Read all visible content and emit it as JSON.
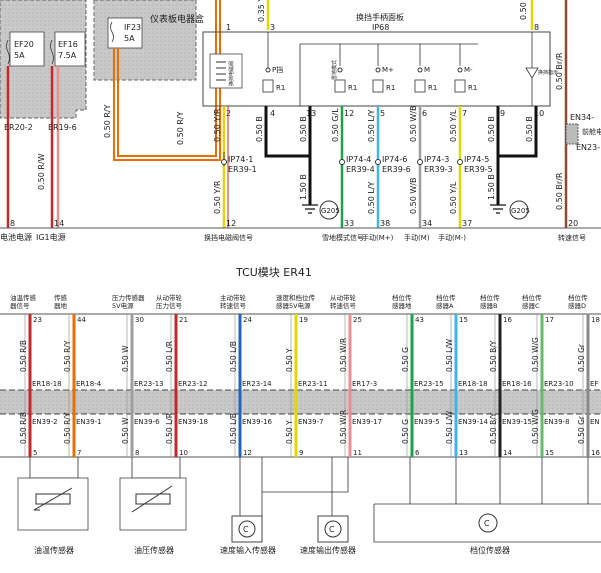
{
  "top": {
    "fuses": [
      {
        "id": "EF20",
        "rating": "5A"
      },
      {
        "id": "EF16",
        "rating": "7.5A"
      },
      {
        "id": "IF23",
        "rating": "5A"
      }
    ],
    "instrument_box": "仪表板电器盒",
    "wire_035y": "0.35 Y",
    "pin_top_left": "1",
    "pin_top_3": "3",
    "pin_top_8": "8",
    "wire_top_right": "0.50 Y",
    "panel_title": "换挡手柄面板",
    "panel_code": "IP68",
    "coil_label": "换挡电磁阀",
    "sw_labels": [
      "P挡",
      "雪地模式",
      "M+",
      "M",
      "M-"
    ],
    "led_label": "换挡指示",
    "r1": "R1",
    "panel_pins_top": [
      "2",
      "4",
      "13",
      "12",
      "5",
      "6",
      "7",
      "9",
      "10"
    ],
    "panel_wires": [
      "0.50 Y/R",
      "0.50 B",
      "0.50 B",
      "0.50 G/L",
      "0.50 L/Y",
      "0.50 W/B",
      "0.50 Y/L",
      "0.50 B",
      "0.50 B"
    ],
    "connectors": [
      {
        "a": "IP74-1",
        "b": "ER39-1"
      },
      {
        "a": "IP74-4",
        "b": "ER39-4"
      },
      {
        "a": "IP74-6",
        "b": "ER39-6"
      },
      {
        "a": "IP74-3",
        "b": "ER39-3"
      },
      {
        "a": "IP74-5",
        "b": "ER39-5"
      }
    ],
    "lower_wires": [
      "0.50 Y/R",
      "1.50 B",
      "0.50 L/Y",
      "0.50 W/B",
      "0.50 Y/L",
      "1.50 B"
    ],
    "ground": "G205",
    "bottom_pins": [
      "8",
      "14",
      "12",
      "33",
      "38",
      "34",
      "37",
      "20"
    ],
    "left_connectors": [
      "ER20-2",
      "ER19-6"
    ],
    "left_wires": [
      "0.50 R/W",
      "0.50 R/Y",
      "0.50 R/Y"
    ],
    "bottom_labels": [
      "电池电源",
      "IG1电源",
      "换挡电磁阀信号",
      "雪地模式信号",
      "手动(M+)",
      "手动(M)",
      "手动(M-)",
      "转速信号"
    ],
    "right": {
      "wire1": "0.50 Br/R",
      "wire2": "0.50 Br/R",
      "conn_a": "EN34-",
      "conn_b": "EN23-",
      "box": "前舱电器"
    }
  },
  "tcu_title": "TCU模块  ER41",
  "columns": [
    {
      "sig": "油温传感器信号",
      "pin": "23",
      "w1": "0.50 R/B",
      "c1": "ER18-18",
      "c2": "EN39-2",
      "w2": "0.50 R/B",
      "bp": "5",
      "color": "#c62828"
    },
    {
      "sig": "传感器地",
      "pin": "44",
      "w1": "0.50 R/Y",
      "c1": "ER18-4",
      "c2": "EN39-1",
      "w2": "0.50 R/Y",
      "bp": "7",
      "color": "#ef6c00"
    },
    {
      "sig": "压力传感器5V电源",
      "pin": "30",
      "w1": "0.50 W",
      "c1": "ER23-13",
      "c2": "EN39-6",
      "w2": "0.50 W",
      "bp": "8",
      "color": "#9e9e9e"
    },
    {
      "sig": "从动带轮压力信号",
      "pin": "21",
      "w1": "0.50 L/R",
      "c1": "ER23-12",
      "c2": "EN39-18",
      "w2": "0.50 L/R",
      "bp": "10",
      "color": "#c62828"
    },
    {
      "sig": "主动带轮转速信号",
      "pin": "24",
      "w1": "0.50 L/B",
      "c1": "ER23-14",
      "c2": "EN39-16",
      "w2": "0.50 L/B",
      "bp": "12",
      "color": "#1e63c4"
    },
    {
      "sig": "速度和档位传感器5V电源",
      "pin": "19",
      "w1": "0.50 Y",
      "c1": "ER23-11",
      "c2": "EN39-7",
      "w2": "0.50 Y",
      "bp": "9",
      "color": "#e6d500"
    },
    {
      "sig": "从动带轮转速信号",
      "pin": "25",
      "w1": "0.50 W/R",
      "c1": "ER17-3",
      "c2": "EN39-17",
      "w2": "0.50 W/R",
      "bp": "11",
      "color": "#e88f8f"
    },
    {
      "sig": "档位传感器地",
      "pin": "43",
      "w1": "0.50 G",
      "c1": "ER23-15",
      "c2": "EN39-5",
      "w2": "0.50 G",
      "bp": "6",
      "color": "#1aa34a"
    },
    {
      "sig": "档位传感器A",
      "pin": "15",
      "w1": "0.50 L/W",
      "c1": "ER18-18",
      "c2": "EN39-14",
      "w2": "0.50 L/W",
      "bp": "13",
      "color": "#3fb6e8"
    },
    {
      "sig": "档位传感器B",
      "pin": "16",
      "w1": "0.50 B/Y",
      "c1": "ER18-16",
      "c2": "EN39-15",
      "w2": "0.50 B/Y",
      "bp": "14",
      "color": "#222222"
    },
    {
      "sig": "档位传感器C",
      "pin": "17",
      "w1": "0.50 W/G",
      "c1": "ER23-10",
      "c2": "EN39-8",
      "w2": "0.50 W/G",
      "bp": "15",
      "color": "#66bb6a"
    },
    {
      "sig": "档位传感器D",
      "pin": "18",
      "w1": "0.50 Gr",
      "c1": "EF",
      "c2": "EN",
      "w2": "0.50 Gr",
      "bp": "16",
      "color": "#8a8a8a"
    }
  ],
  "sensors": [
    "油温传感器",
    "油压传感器",
    "速度输入传感器",
    "速度输出传感器",
    "档位传感器"
  ],
  "sensor_symbol": "C"
}
